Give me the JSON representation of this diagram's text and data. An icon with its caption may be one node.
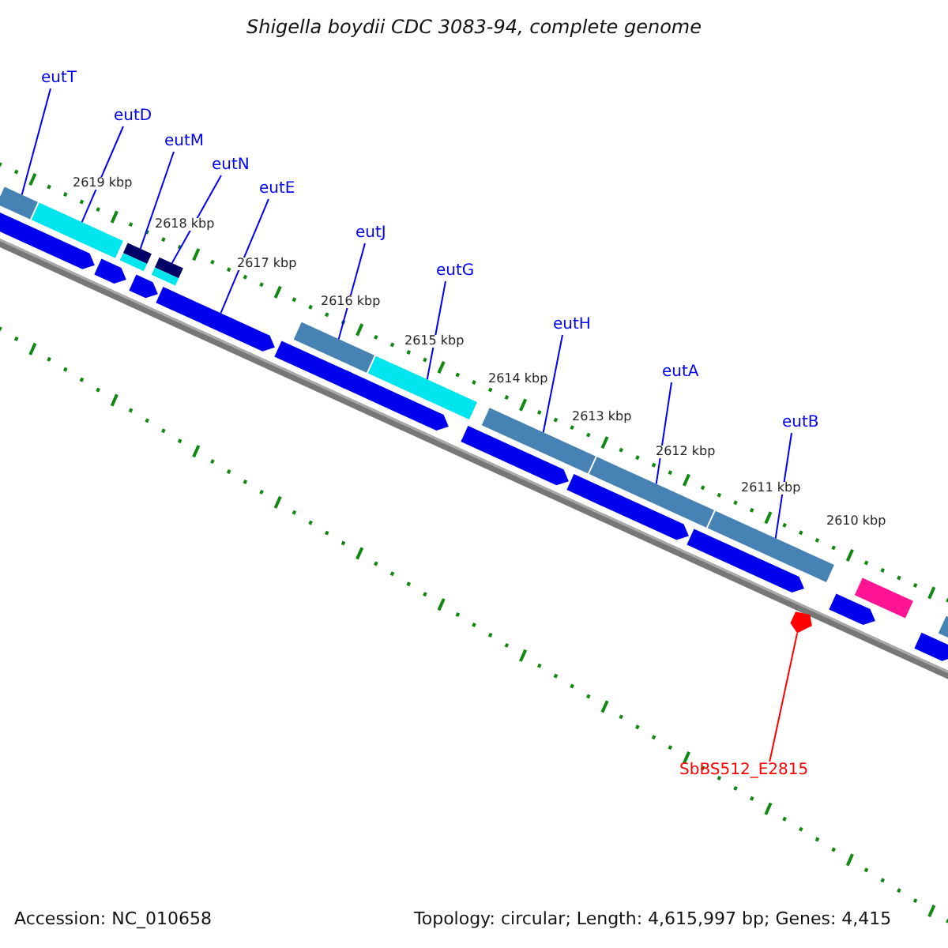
{
  "diagram": {
    "title": "Shigella boydii CDC 3083-94, complete genome",
    "nodes": [
      {
        "text": [
          "eutT"
        ]
      },
      {
        "text": [
          "eutD"
        ]
      },
      {
        "text": [
          "eutM"
        ]
      },
      {
        "text": [
          "eutN"
        ]
      },
      {
        "text": [
          "eutE"
        ]
      },
      {
        "text": [
          "eutJ"
        ]
      },
      {
        "text": [
          "eutG"
        ]
      },
      {
        "text": [
          "eutH"
        ]
      },
      {
        "text": [
          "eutA"
        ]
      },
      {
        "text": [
          "eutB"
        ]
      },
      {
        "text": [
          "SbBS512_E2815"
        ]
      },
      {
        "text": [],
        "shape": "bar"
      },
      {
        "text": [],
        "shape": "bar"
      },
      {
        "text": [],
        "shape": "bar"
      },
      {
        "text": [],
        "shape": "bar"
      },
      {
        "text": [],
        "shape": "arrow"
      },
      {
        "text": [],
        "shape": "bar"
      },
      {
        "text": [],
        "shape": "bar"
      },
      {
        "text": [],
        "shape": "bar"
      },
      {
        "text": [],
        "shape": "bar"
      },
      {
        "text": [],
        "shape": "bar"
      },
      {
        "text": [],
        "shape": "pentagon"
      },
      {
        "text": [],
        "shape": "arrow"
      },
      {
        "text": [],
        "shape": "arrow"
      },
      {
        "text": [],
        "shape": "bar"
      },
      {
        "text": [],
        "shape": "arrow"
      },
      {
        "text": [],
        "shape": "bar"
      },
      {
        "text": [],
        "shape": "arrow"
      },
      {
        "text": [],
        "shape": "arrow"
      },
      {
        "text": [],
        "shape": "arrow"
      },
      {
        "text": [],
        "shape": "arrow"
      },
      {
        "text": [],
        "shape": "arrow"
      },
      {
        "text": [],
        "shape": "arrow"
      },
      {
        "text": [],
        "shape": "bar"
      },
      {
        "text": [],
        "shape": "arrow"
      },
      {
        "text": [],
        "shape": "bar"
      }
    ],
    "edges": [
      {
        "from": 0,
        "to": 11,
        "arrow": "none"
      },
      {
        "from": 1,
        "to": 12,
        "arrow": "none"
      },
      {
        "from": 2,
        "to": 13,
        "arrow": "none"
      },
      {
        "from": 3,
        "to": 14,
        "arrow": "none"
      },
      {
        "from": 4,
        "to": 15,
        "arrow": "none"
      },
      {
        "from": 5,
        "to": 16,
        "arrow": "none"
      },
      {
        "from": 6,
        "to": 17,
        "arrow": "none"
      },
      {
        "from": 7,
        "to": 18,
        "arrow": "none"
      },
      {
        "from": 8,
        "to": 19,
        "arrow": "none"
      },
      {
        "from": 9,
        "to": 20,
        "arrow": "none"
      },
      {
        "from": 10,
        "to": 21,
        "arrow": "none",
        "color": "#ff0000"
      }
    ],
    "labels": [
      "2619 kbp",
      "2618 kbp",
      "2617 kbp",
      "2616 kbp",
      "2615 kbp",
      "2614 kbp",
      "2613 kbp",
      "2612 kbp",
      "2611 kbp",
      "2610 kbp",
      "Accession: NC_010658",
      "Topology: circular; Length: 4,615,997 bp; Genes: 4,415"
    ]
  }
}
